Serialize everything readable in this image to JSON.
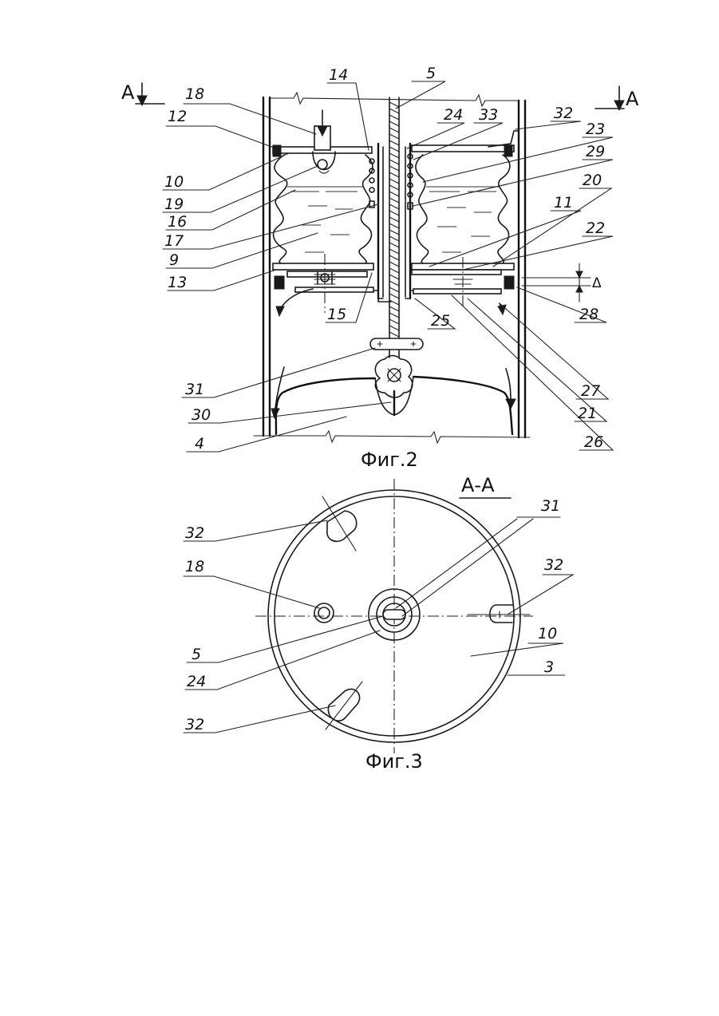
{
  "figures": [
    {
      "caption": "Фиг.2",
      "section_marker": "А",
      "labels": [
        "18",
        "12",
        "10",
        "19",
        "16",
        "17",
        "9",
        "13",
        "15",
        "14",
        "5",
        "24",
        "33",
        "32",
        "23",
        "29",
        "20",
        "11",
        "22",
        "Δ",
        "28",
        "25",
        "27",
        "21",
        "26",
        "31",
        "30",
        "4"
      ]
    },
    {
      "caption": "Фиг.3",
      "section_title": "А-А",
      "labels": [
        "31",
        "32",
        "18",
        "32",
        "10",
        "5",
        "24",
        "3",
        "32"
      ]
    }
  ]
}
